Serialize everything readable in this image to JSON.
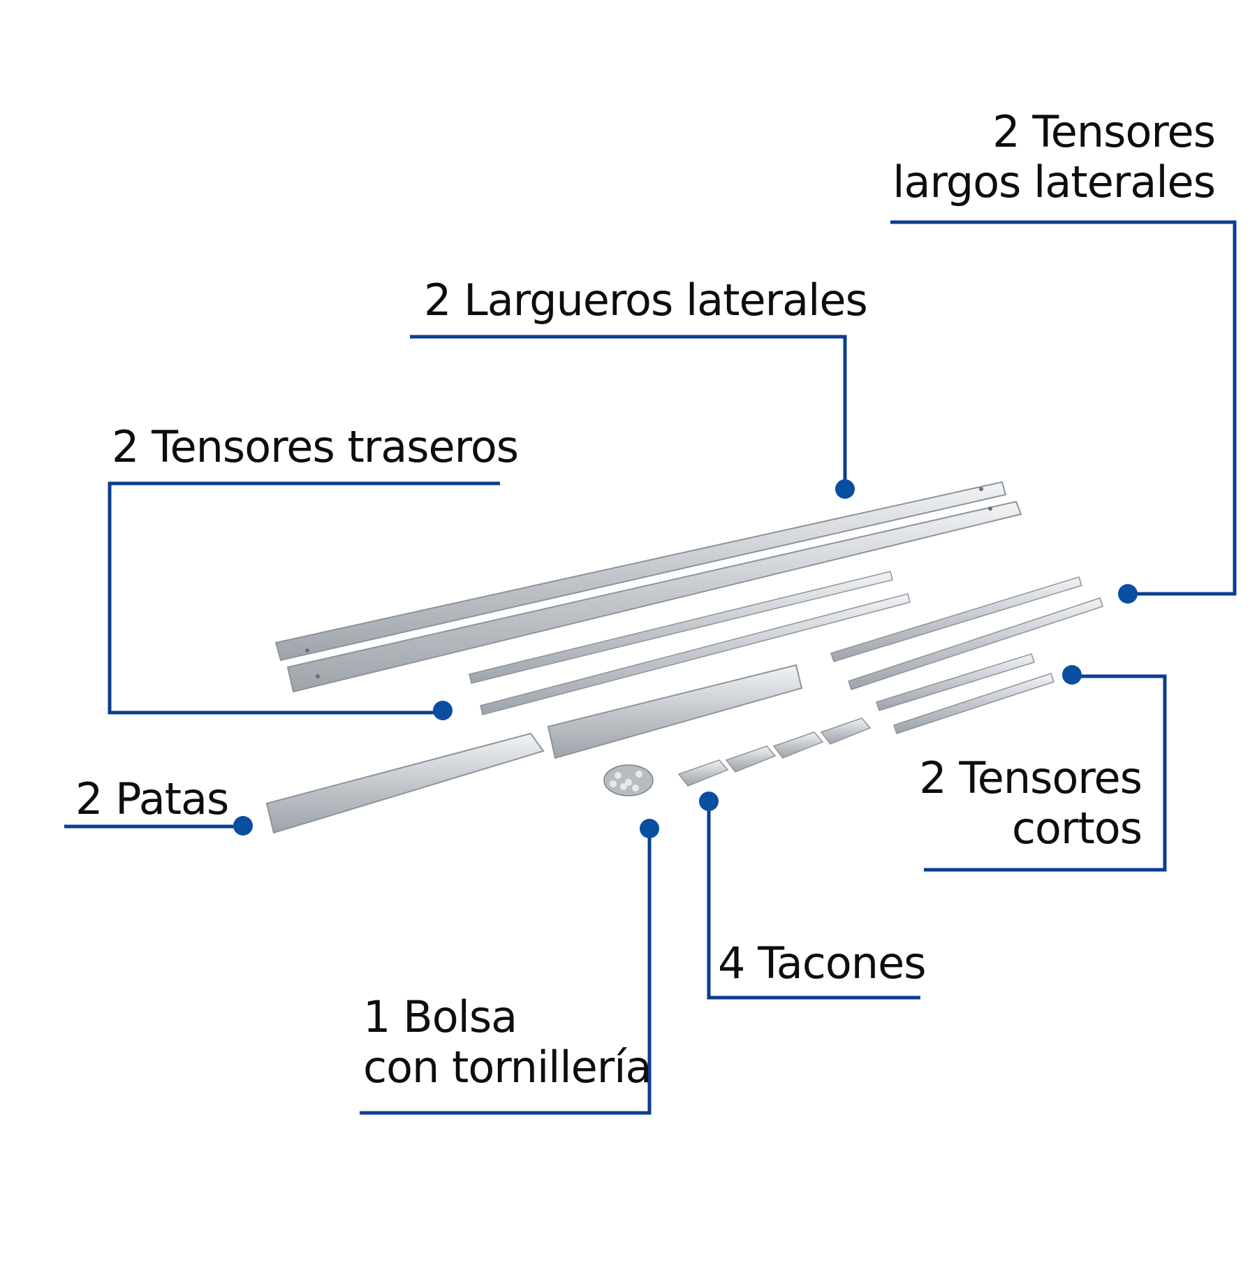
{
  "colors": {
    "leader": "#0b3d91",
    "dot": "#0a4ea2",
    "metal": "#c9ccd0",
    "metal_dark": "#8e949a",
    "metal_light": "#eef0f2"
  },
  "labels": {
    "largos_laterales": {
      "line1": "2 Tensores",
      "line2": "largos laterales"
    },
    "largueros": {
      "line1": "2 Largueros laterales"
    },
    "traseros": {
      "line1": "2 Tensores traseros"
    },
    "patas": {
      "line1": "2 Patas"
    },
    "cortos": {
      "line1": "2 Tensores",
      "line2": "cortos"
    },
    "tacones": {
      "line1": "4 Tacones"
    },
    "bolsa": {
      "line1": "1 Bolsa",
      "line2": "con tornillería"
    }
  }
}
